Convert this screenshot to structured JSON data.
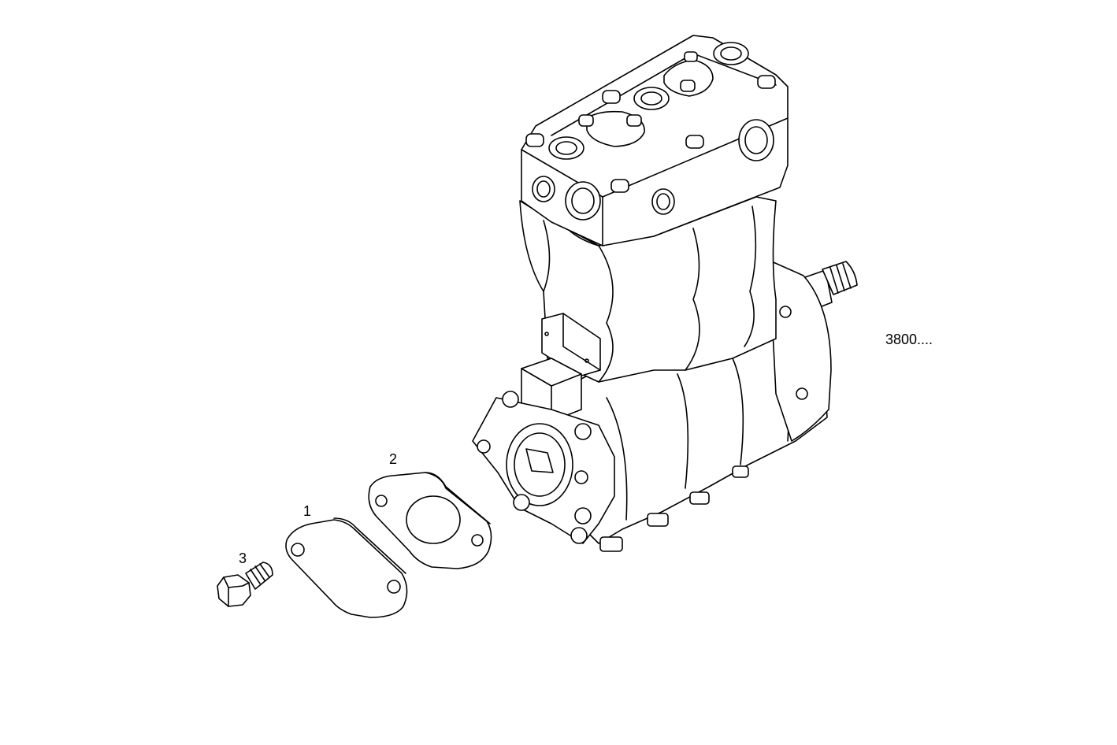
{
  "labels": {
    "assembly_ref": "3800....",
    "part_1": "1",
    "part_2": "2",
    "part_3": "3"
  },
  "parts": [
    {
      "number": "1",
      "kind": "cover-plate"
    },
    {
      "number": "2",
      "kind": "gasket"
    },
    {
      "number": "3",
      "kind": "hex-bolt"
    }
  ],
  "colors": {
    "line": "#000000",
    "background": "#ffffff"
  }
}
